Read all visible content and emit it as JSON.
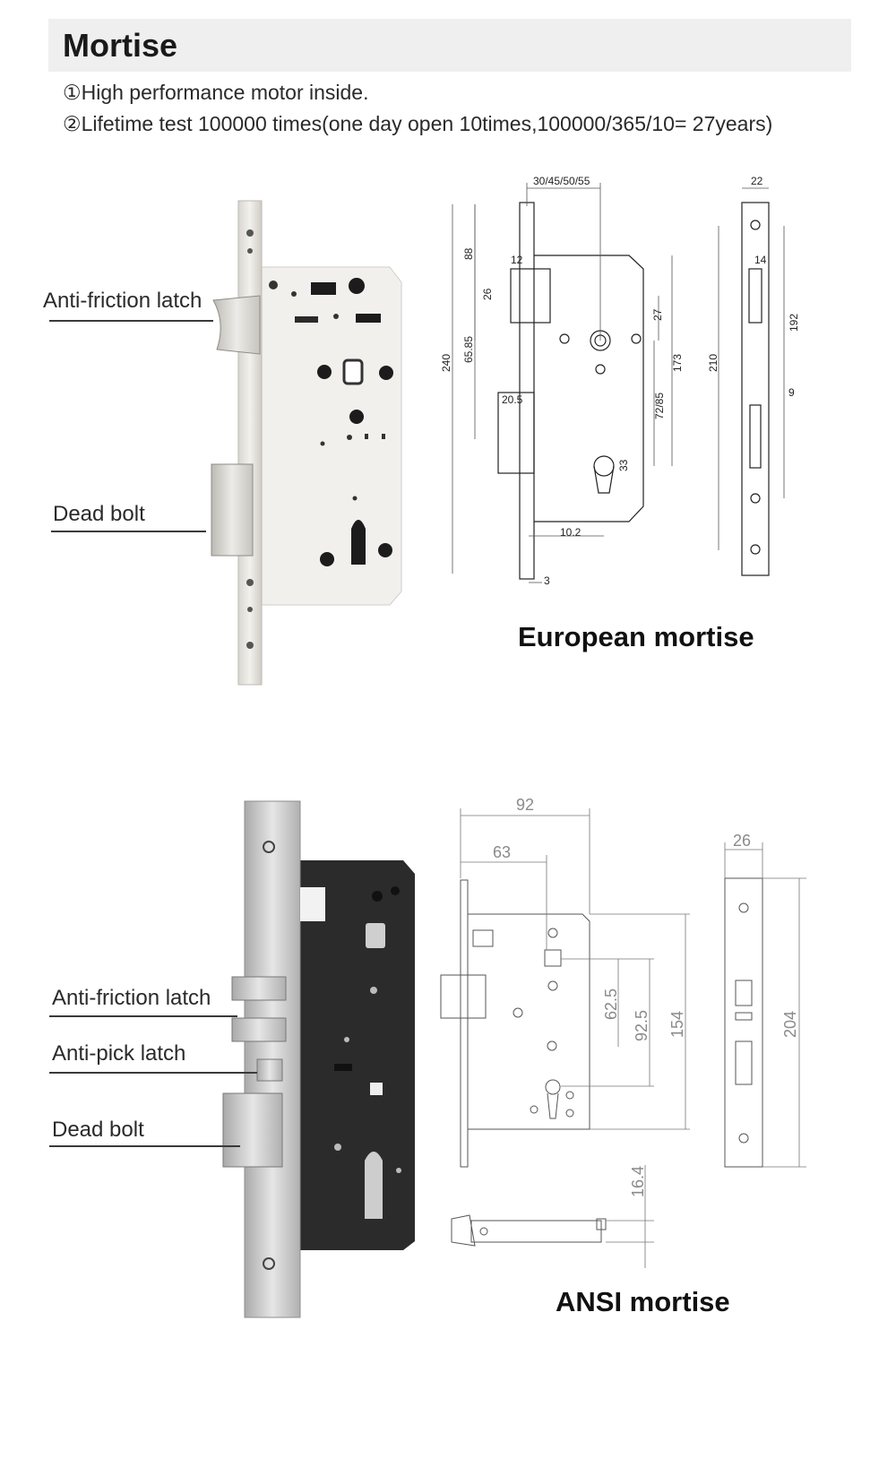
{
  "title": "Mortise",
  "features": [
    "①High performance motor inside.",
    "②Lifetime test 100000 times(one day open 10times,100000/365/10= 27years)"
  ],
  "european": {
    "caption": "European mortise",
    "callouts": [
      "Anti-friction latch",
      "Dead bolt"
    ],
    "dims": {
      "backset": "30/45/50/55",
      "faceplate_width": "22",
      "d12": "12",
      "d14": "14",
      "d88": "88",
      "d26": "26",
      "d27": "27",
      "d240": "240",
      "d65_85": "65.85",
      "d173": "173",
      "d210": "210",
      "d192": "192",
      "d20_5": "20.5",
      "d72_85": "72/85",
      "d9": "9",
      "d33": "33",
      "d10_2": "10.2",
      "d3": "3"
    }
  },
  "ansi": {
    "caption": "ANSI mortise",
    "callouts": [
      "Anti-friction latch",
      "Anti-pick latch",
      "Dead bolt"
    ],
    "dims": {
      "d92": "92",
      "d63": "63",
      "d26": "26",
      "d62_5": "62.5",
      "d92_5": "92.5",
      "d154": "154",
      "d204": "204",
      "d16_4": "16.4"
    }
  },
  "colors": {
    "title_bar": "#efefef",
    "lock_body_dark": "#2b2b2b",
    "steel": "#c9c9c9"
  }
}
